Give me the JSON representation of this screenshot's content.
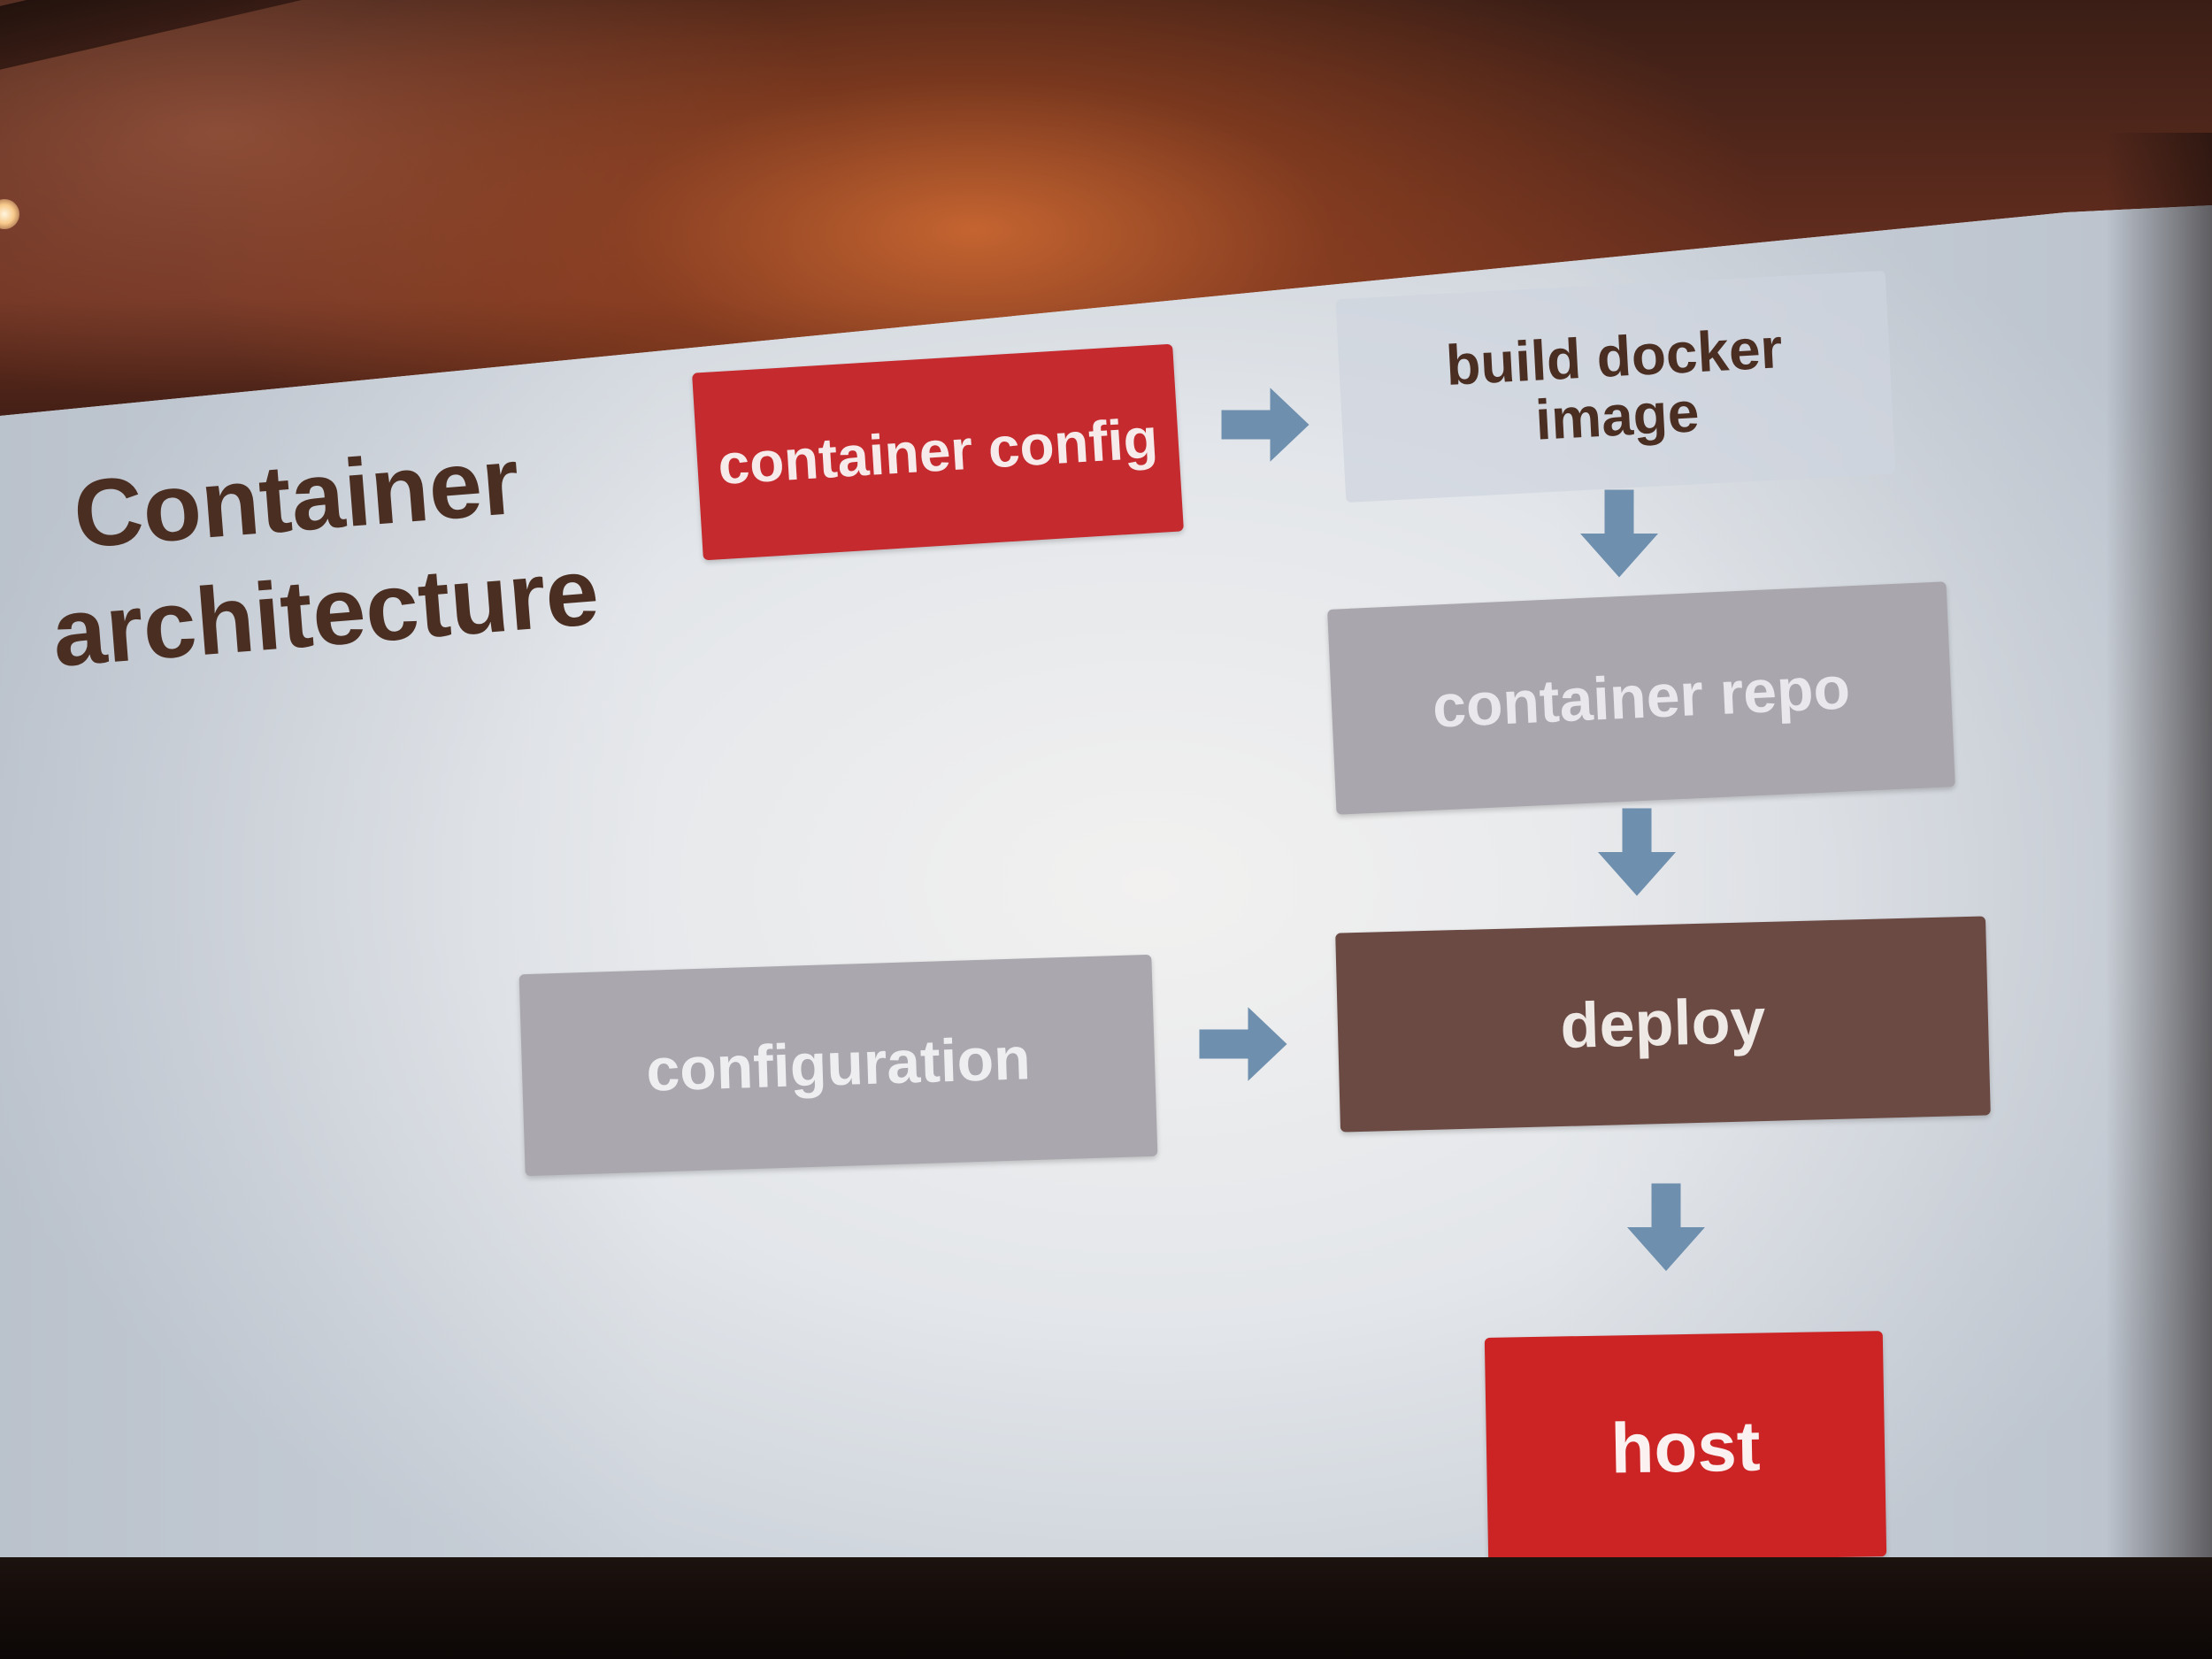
{
  "slide": {
    "title_line_1": "Container",
    "title_line_2": "architecture"
  },
  "boxes": {
    "container_config": "container config",
    "build_docker_image_line_1": "build docker",
    "build_docker_image_line_2": "image",
    "container_repo": "container repo",
    "configuration": "configuration",
    "deploy": "deploy",
    "host": "host"
  },
  "icons": {
    "arrow": "arrow-icon"
  },
  "colors": {
    "title": "#4a2e22",
    "red_box": "#c42a2e",
    "gray_box": "#a9a6ad",
    "brown_box": "#6b4a44",
    "arrow": "#6e8fae"
  }
}
